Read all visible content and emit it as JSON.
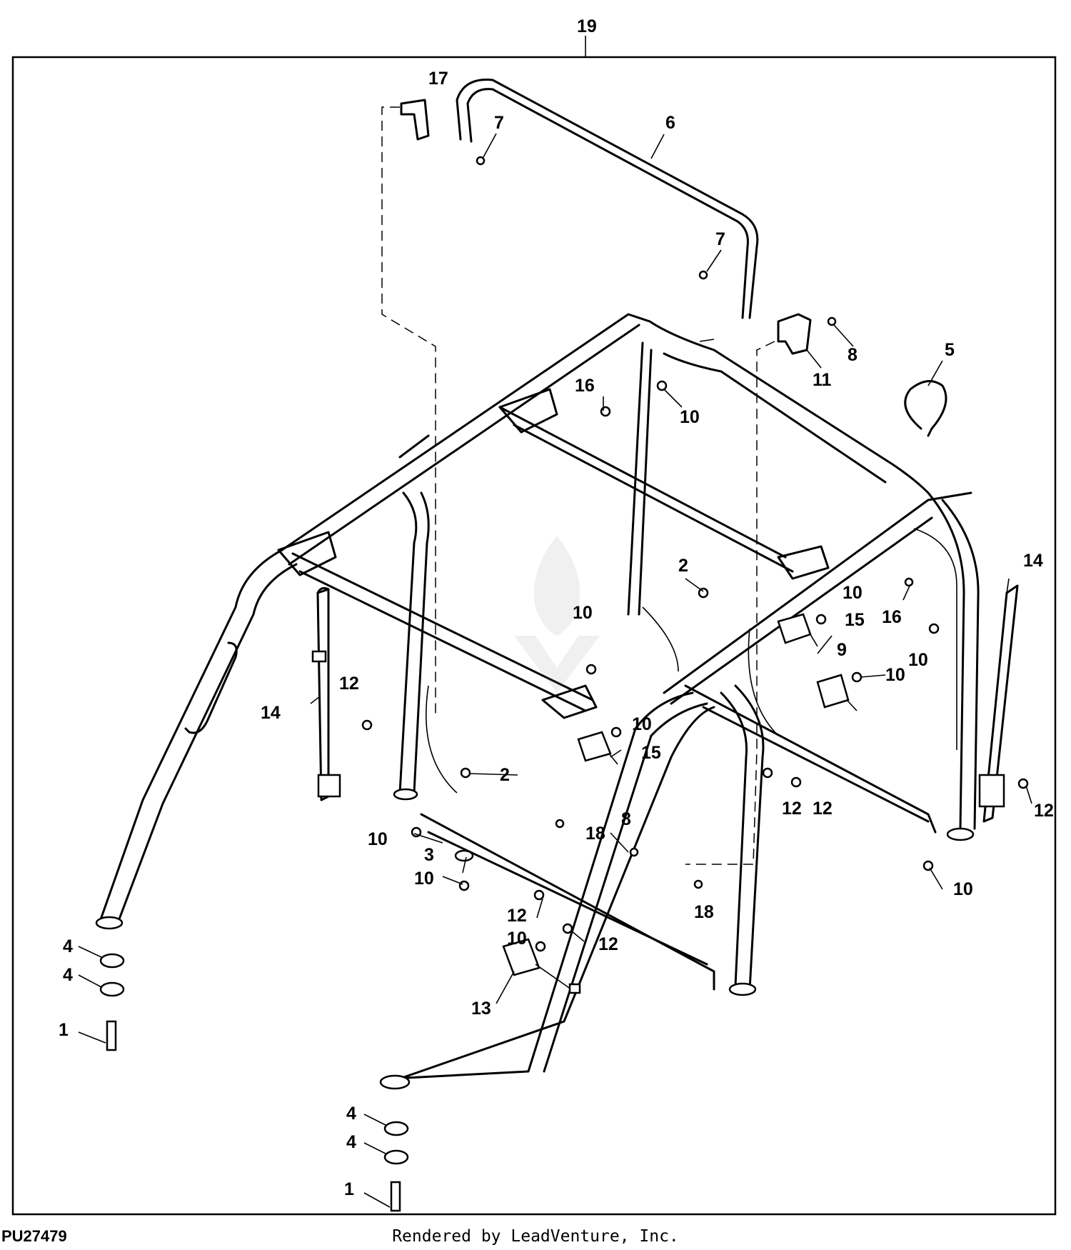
{
  "figure_id": "PU27479",
  "credit": "Rendered by LeadVenture, Inc.",
  "watermark": "LEADVENTURE",
  "callouts": {
    "c19": "19",
    "c17": "17",
    "c7a": "7",
    "c6": "6",
    "c7b": "7",
    "c8a": "8",
    "c11": "11",
    "c5": "5",
    "c16a": "16",
    "c10a": "10",
    "c14a": "14",
    "c2a": "2",
    "c10b": "10",
    "c16b": "16",
    "c10c": "10",
    "c10d": "10",
    "c15a": "15",
    "c9": "9",
    "c10e": "10",
    "c12a": "12",
    "c14b": "14",
    "c10f": "10",
    "c15b": "15",
    "c2b": "2",
    "c12b": "12",
    "c12c": "12",
    "c12d": "12",
    "c10g": "10",
    "c3": "3",
    "c10h": "10",
    "c8b": "8",
    "c18a": "18",
    "c10i": "10",
    "c18b": "18",
    "c12e": "12",
    "c12f": "12",
    "c10j": "10",
    "c13": "13",
    "c4a": "4",
    "c4b": "4",
    "c1a": "1",
    "c4c": "4",
    "c4d": "4",
    "c1b": "1"
  }
}
